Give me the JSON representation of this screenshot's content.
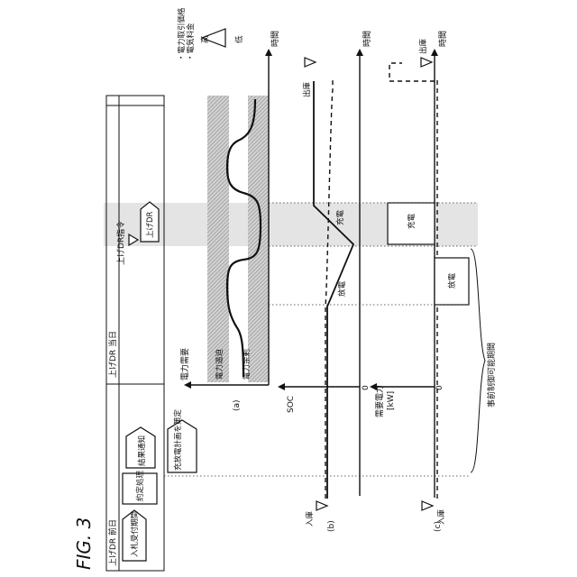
{
  "figure_label": "FIG. 3",
  "timeline": {
    "day_before": "上げDR 前日",
    "day_of": "上げDR 当日",
    "bid_window": "入札受付期間",
    "contract": "約定処理",
    "result_notice": "結果通知",
    "plan": "充放電計画を策定",
    "dr_command": "上げDR指令",
    "dr_flag": "上げDR"
  },
  "panel_a": {
    "label": "(a)",
    "y_axis": "電力需要",
    "x_axis": "時間",
    "shortage": "電力逼迫",
    "surplus": "電力余剰",
    "legend_high": "高",
    "legend_low": "低",
    "legend_line1": "・電力取引価格",
    "legend_line2": "・電気料金"
  },
  "panel_b": {
    "label": "(b)",
    "y_axis": "SOC",
    "zero": "0",
    "x_axis": "時間",
    "depart": "出庫",
    "arrive": "入庫",
    "charge": "充電",
    "discharge": "放電"
  },
  "panel_c": {
    "label": "(c)",
    "y_axis_line1": "需要電力",
    "y_axis_line2": "[kW]",
    "zero": "0",
    "x_axis": "時間",
    "depart": "出庫",
    "arrive": "入庫",
    "charge": "充電",
    "discharge": "放電"
  },
  "control_period": "事前制御可能期間"
}
